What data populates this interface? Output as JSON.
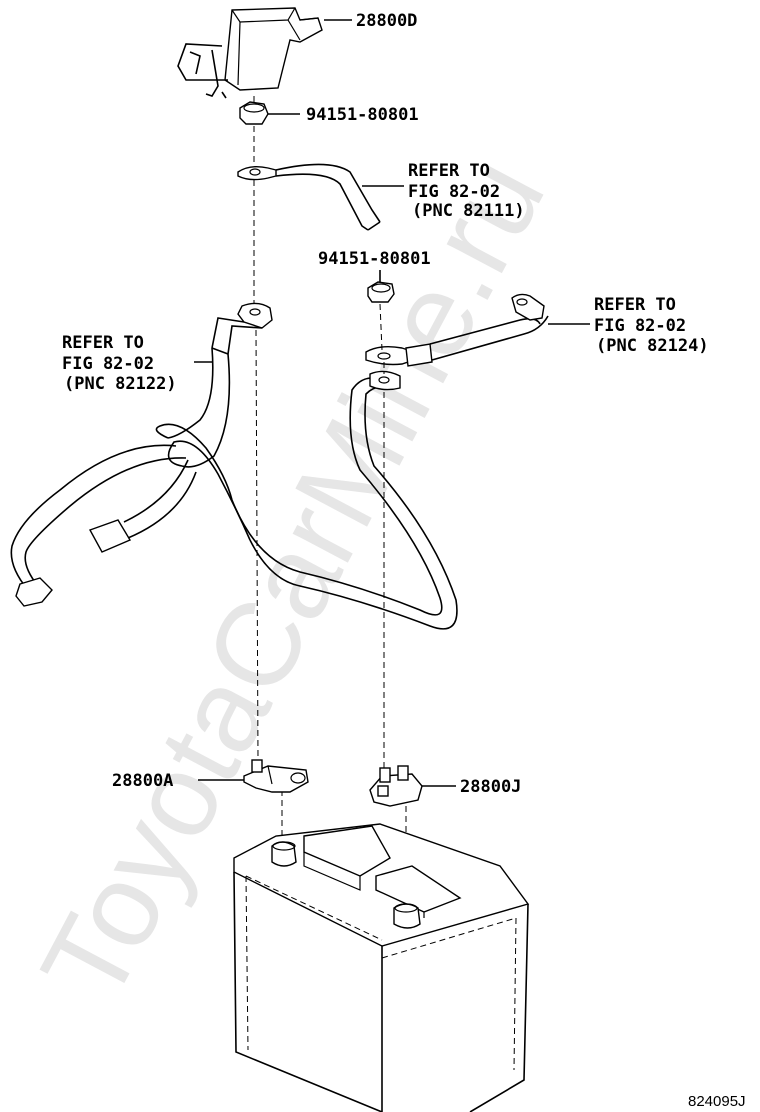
{
  "parts": {
    "cover_28800d": "28800D",
    "nut_upper": "94151-80801",
    "nut_middle": "94151-80801",
    "terminal_28800a": "28800A",
    "terminal_28800j": "28800J"
  },
  "refs": {
    "ref_82111": {
      "line1": "REFER TO",
      "line2": "FIG 82-02",
      "line3": "(PNC 82111)"
    },
    "ref_82124": {
      "line1": "REFER TO",
      "line2": "FIG 82-02",
      "line3": "(PNC 82124)"
    },
    "ref_82122": {
      "line1": "REFER TO",
      "line2": "FIG 82-02",
      "line3": "(PNC 82122)"
    }
  },
  "figure_code": "824095J",
  "watermark": "ToyotaCarMine.ru"
}
